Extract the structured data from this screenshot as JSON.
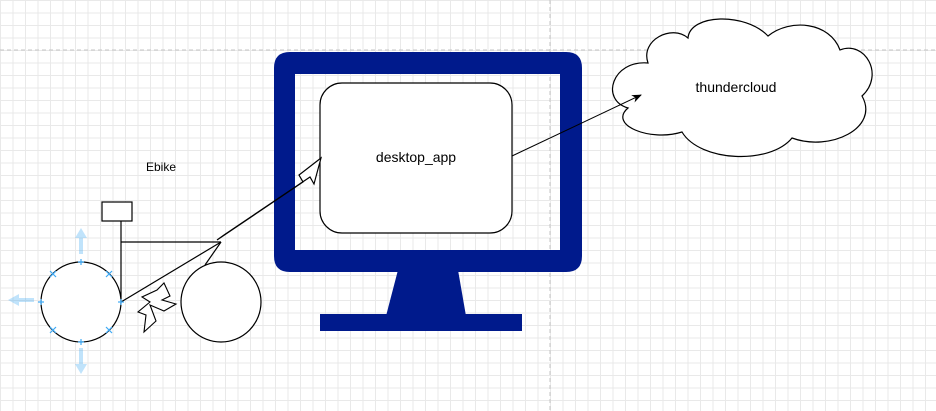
{
  "diagram": {
    "labels": {
      "ebike": "Ebike",
      "desktop_app": "desktop_app",
      "thundercloud": "thundercloud"
    },
    "colors": {
      "monitor": "#001a8c",
      "selection_handle": "#3ea9f5",
      "stroke": "#000000",
      "guide": "#c8c8c8"
    },
    "icons": [
      "bicycle-shape",
      "monitor-shape",
      "cloud-shape",
      "lightning-bolt-shape",
      "block-arrow-shape"
    ]
  }
}
